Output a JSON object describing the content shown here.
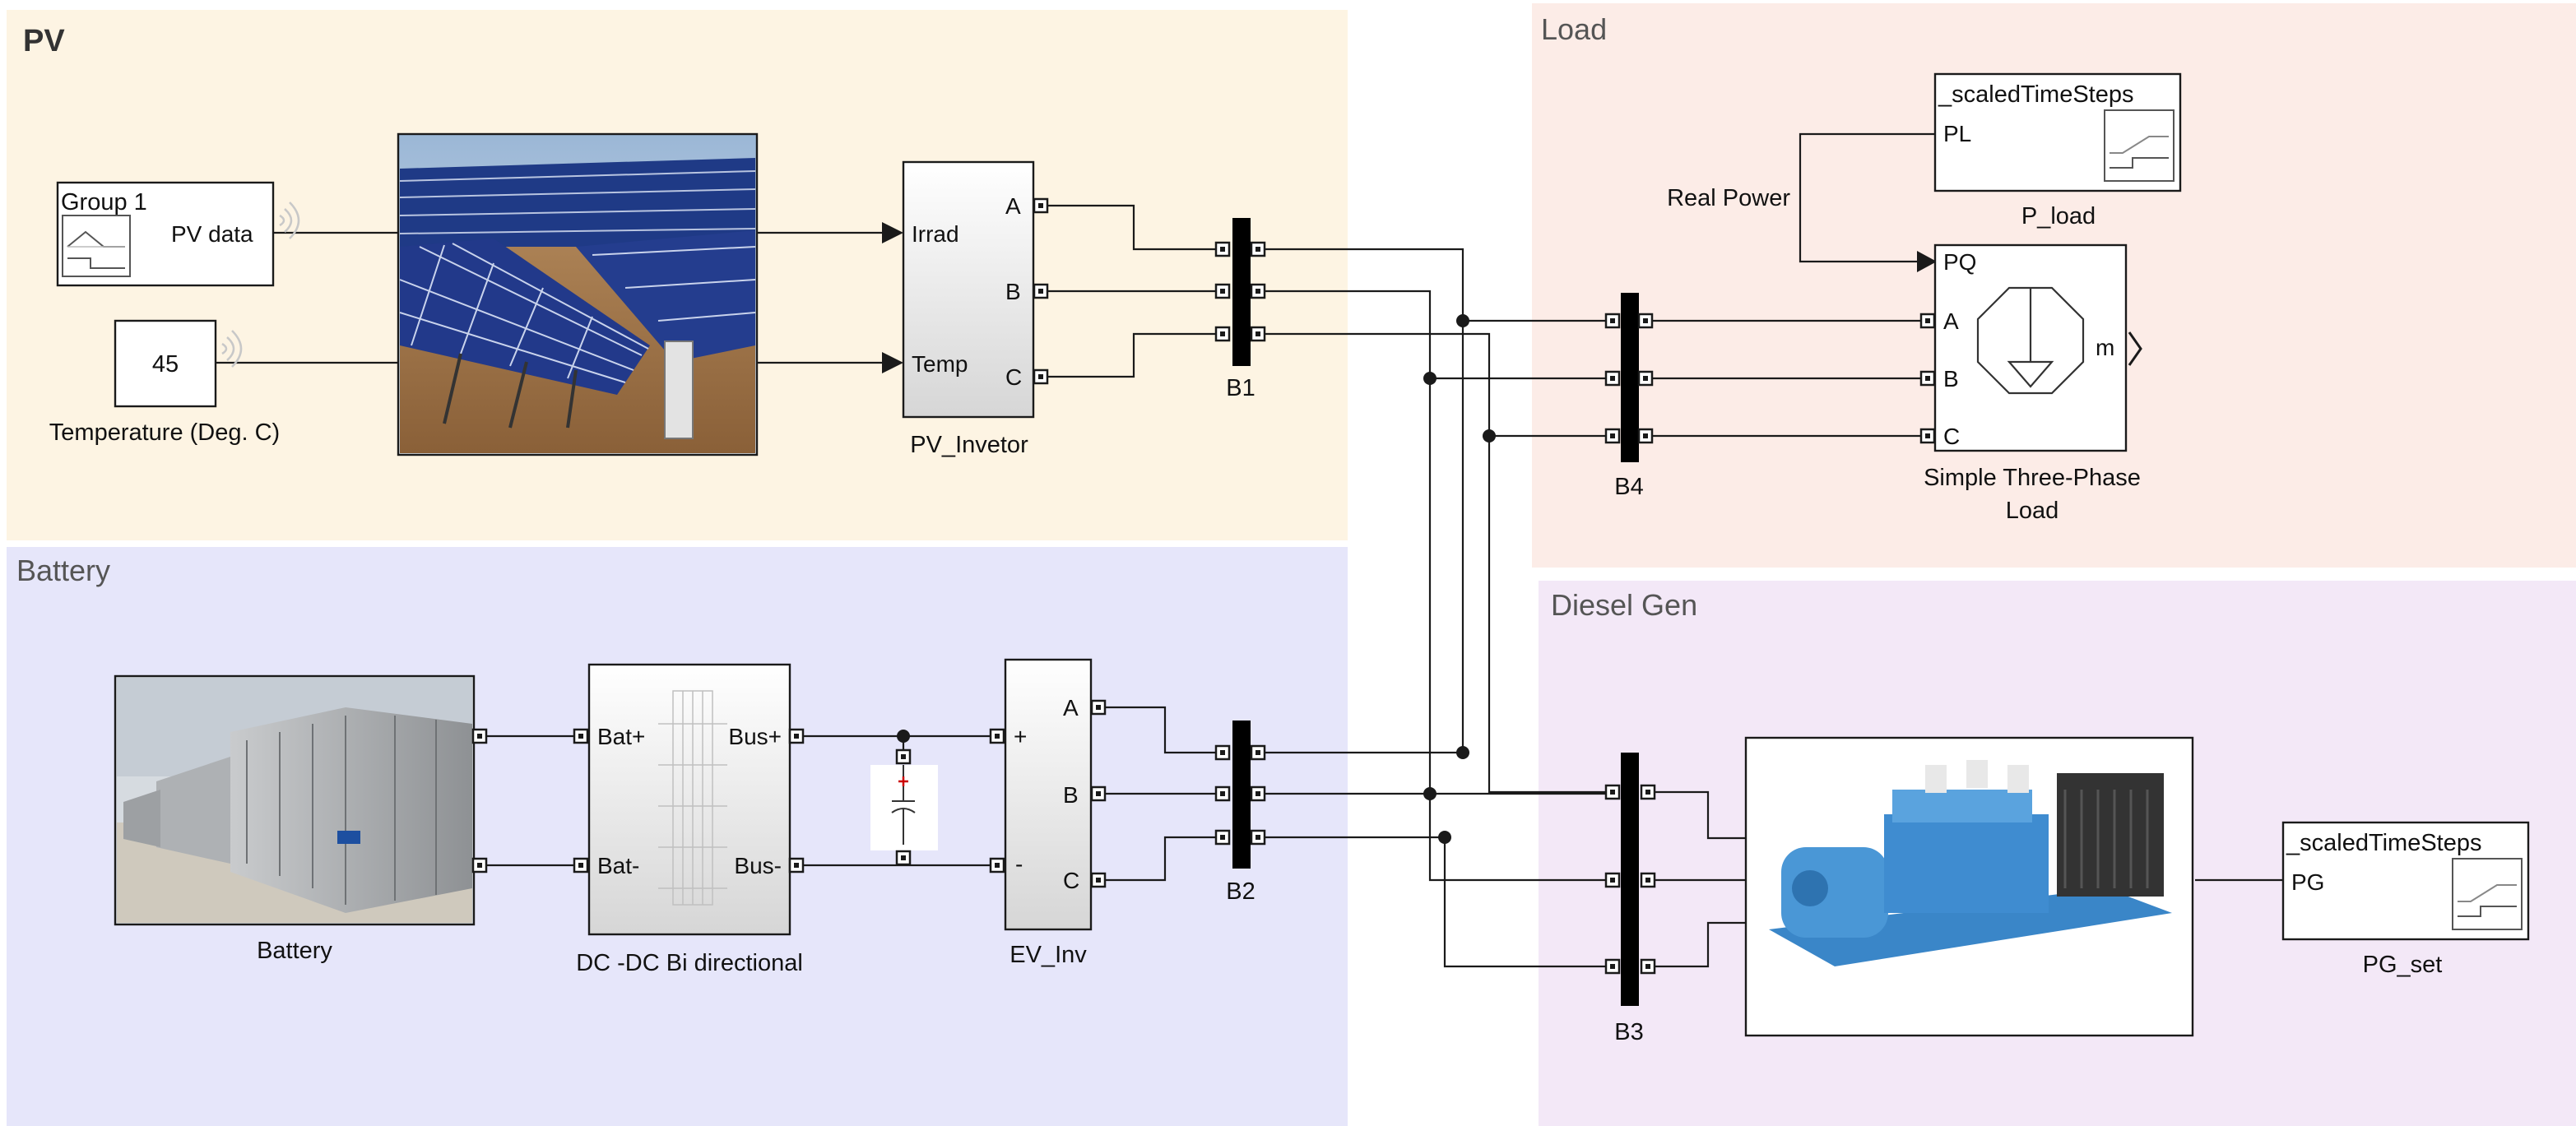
{
  "areas": {
    "pv": "PV",
    "load": "Load",
    "battery": "Battery",
    "diesel": "Diesel Gen"
  },
  "colors": {
    "pv_area": "#fdf4e3",
    "load_area": "#fcece7",
    "battery_area": "#e6e6fa",
    "diesel_area": "#f3e8f7",
    "wire": "#1a1a1a"
  },
  "blocks": {
    "group1": {
      "title": "Group 1",
      "output": "PV data"
    },
    "temperature": {
      "value": "45",
      "label": "Temperature (Deg. C)"
    },
    "pv_invertor": {
      "label": "PV_Invetor",
      "in_ports": [
        "Irrad",
        "Temp"
      ],
      "out_ports": [
        "A",
        "B",
        "C"
      ]
    },
    "b1": {
      "label": "B1"
    },
    "b2": {
      "label": "B2"
    },
    "b3": {
      "label": "B3"
    },
    "b4": {
      "label": "B4"
    },
    "p_load": {
      "title": "_scaledTimeSteps",
      "port": "PL",
      "label": "P_load"
    },
    "signal_label": "Real Power",
    "load": {
      "label_line1": "Simple Three-Phase",
      "label_line2": "Load",
      "in_ports": [
        "PQ",
        "A",
        "B",
        "C"
      ],
      "out_port": "m"
    },
    "battery": {
      "label": "Battery"
    },
    "dcdc": {
      "label": "DC -DC Bi directional",
      "left_ports": [
        "Bat+",
        "Bat-"
      ],
      "right_ports": [
        "Bus+",
        "Bus-"
      ]
    },
    "ev_inv": {
      "label": "EV_Inv",
      "in_ports": [
        "+",
        "-"
      ],
      "out_ports": [
        "A",
        "B",
        "C"
      ]
    },
    "pg_set": {
      "title": "_scaledTimeSteps",
      "port": "PG",
      "label": "PG_set"
    }
  }
}
